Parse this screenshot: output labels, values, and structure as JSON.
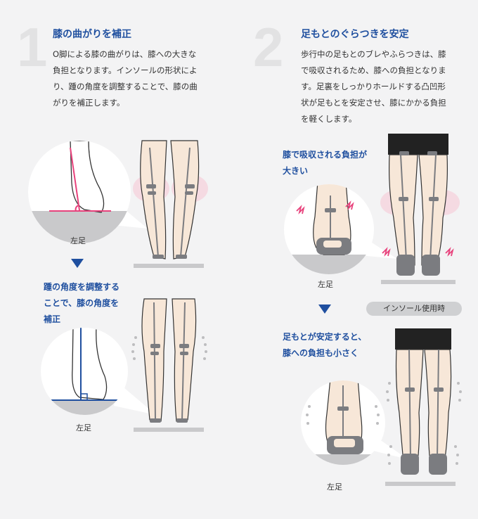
{
  "section1": {
    "number": "1",
    "title": "膝の曲がりを補正",
    "body_lines": [
      "O脚による膝の曲がりは、膝への大きな",
      "負担となります。インソールの形状によ",
      "り、踵の角度を調整することで、膝の曲",
      "がりを補正します。"
    ],
    "caption_before": "左足",
    "result_lines": [
      "踵の角度を調整する",
      "ことで、膝の角度を",
      "補正"
    ],
    "caption_after": "左足"
  },
  "section2": {
    "number": "2",
    "title": "足もとのぐらつきを安定",
    "body_lines": [
      "歩行中の足もとのブレやふらつきは、膝",
      "で吸収されるため、膝への負担となりま",
      "す。足裏をしっかりホールドする凸凹形",
      "状が足もとを安定させ、膝にかかる負担",
      "を軽くします。"
    ],
    "problem_lines": [
      "膝で吸収される負担が",
      "大きい"
    ],
    "caption_before": "左足",
    "badge": "インソール使用時",
    "result_lines": [
      "足もとが安定すると、",
      "膝への負担も小さく"
    ],
    "caption_after": "左足"
  },
  "colors": {
    "accent": "#1f4f9f",
    "highlight": "#e8427c",
    "leg": "#f7e7d8",
    "brace": "#7b7c80",
    "big_number": "#e2e2e3"
  }
}
